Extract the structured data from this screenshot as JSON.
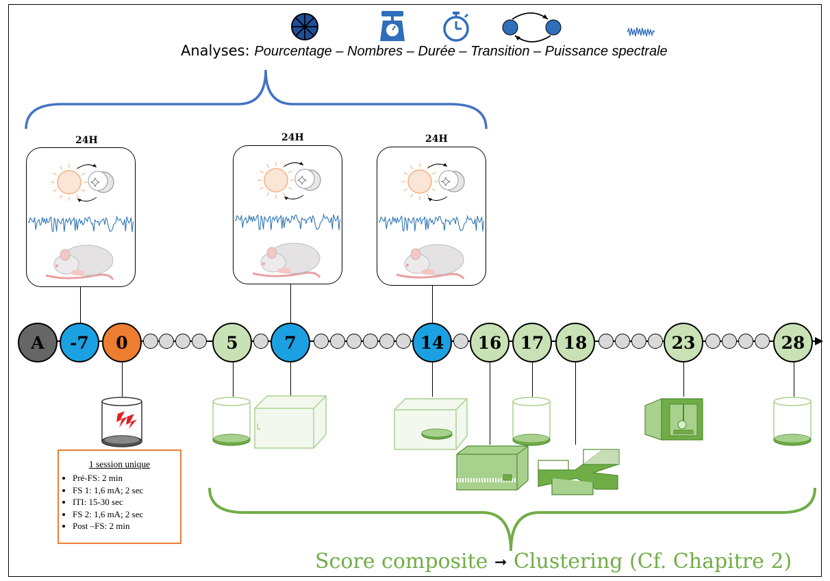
{
  "analyses": {
    "label": "Analyses:",
    "items_text": "Pourcentage – Nombres – Durée – Transition – Puissance spectrale",
    "icons": [
      "percentage-pie-icon",
      "scale-icon",
      "stopwatch-icon",
      "transition-cycle-icon",
      "spectral-wave-icon"
    ]
  },
  "recordings": [
    {
      "label": "24H"
    },
    {
      "label": "24H"
    },
    {
      "label": "24H"
    }
  ],
  "timeline": {
    "start_label": "A",
    "days": [
      "-7",
      "0",
      "5",
      "7",
      "14",
      "16",
      "17",
      "18",
      "23",
      "28"
    ]
  },
  "session": {
    "title": "1 session unique",
    "items": [
      "Pré-FS: 2 min",
      "FS 1: 1,6 mA; 2 sec",
      "ITI: 15-30 sec",
      "FS 2: 1,6 mA; 2 sec",
      "Post –FS: 2 min"
    ]
  },
  "bottom": {
    "score": "Score composite",
    "clustering": "Clustering (Cf. Chapitre 2)"
  },
  "colors": {
    "blue_node": "#1BA1E2",
    "orange_node": "#ED7D31",
    "green_node": "#C9E2B5",
    "gray_node": "#666666",
    "small_node": "#D9D9D9",
    "brace_blue": "#4472C4",
    "brace_green": "#70AD47",
    "apparatus_green": "#70AD47"
  }
}
